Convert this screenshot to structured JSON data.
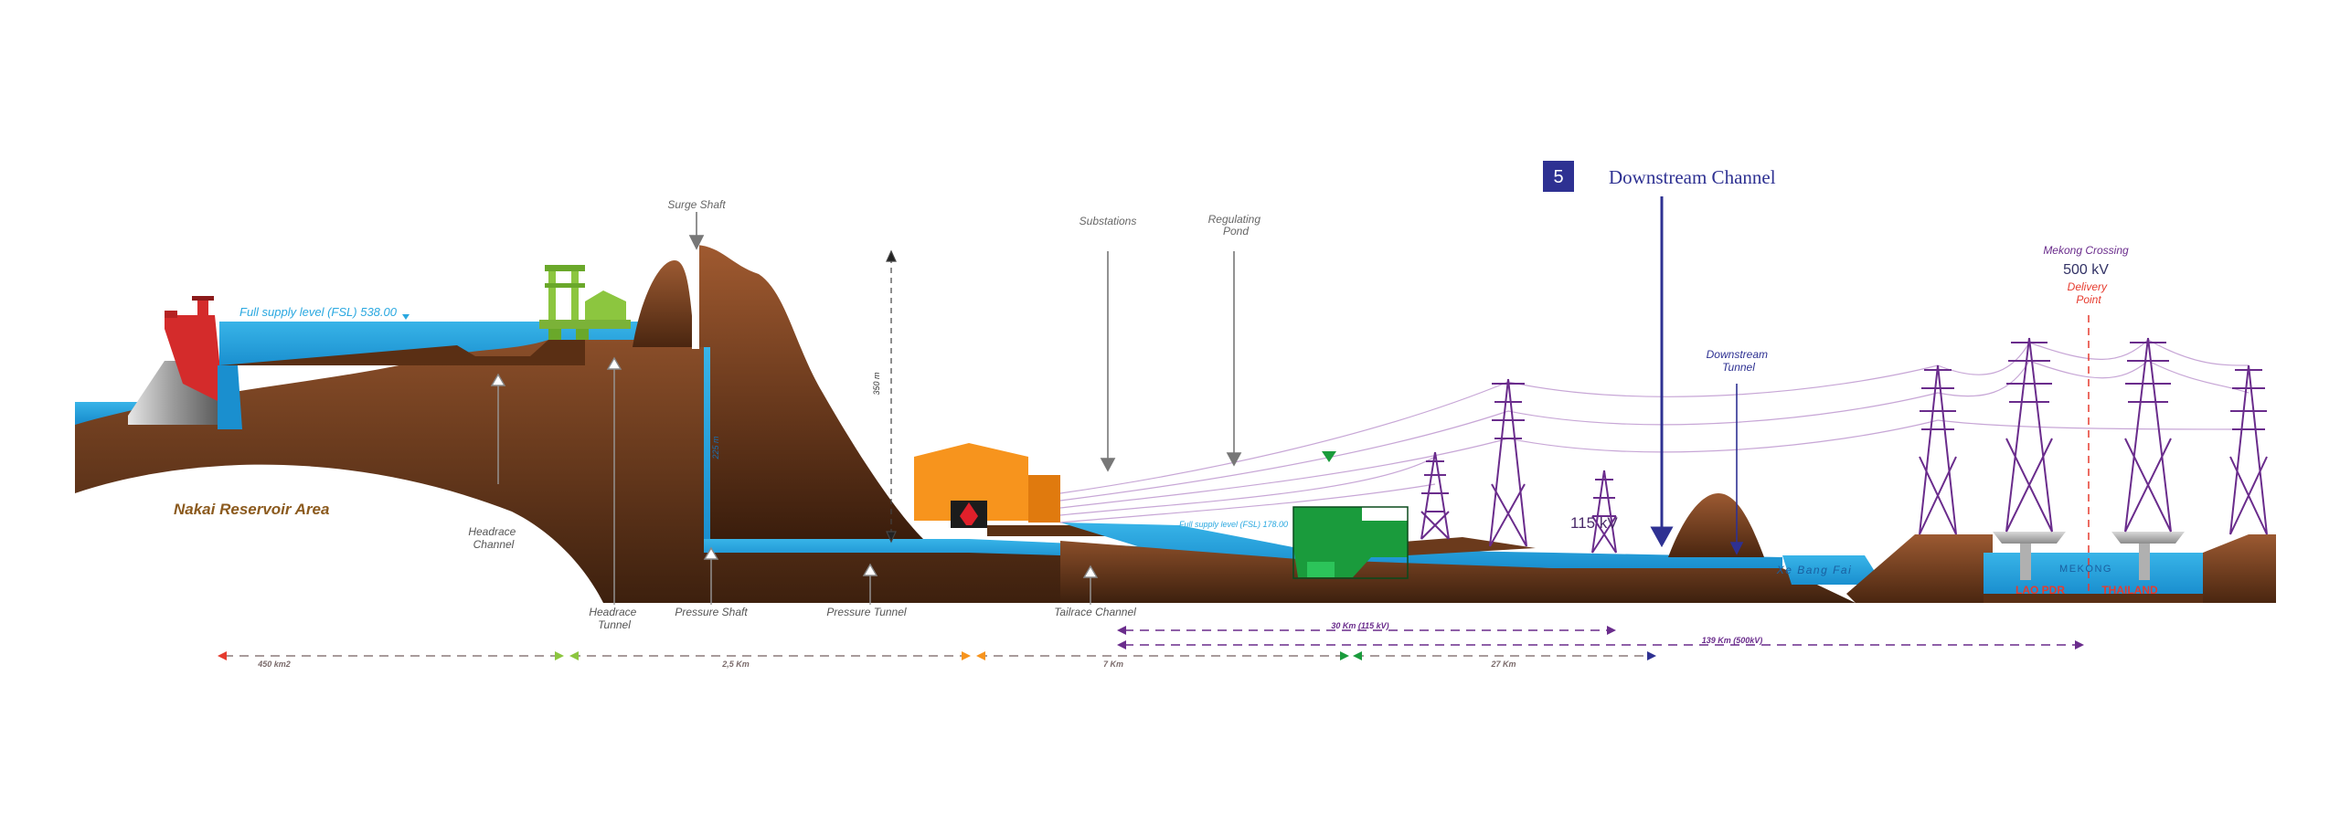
{
  "step_number": "5",
  "title": "Downstream Channel",
  "labels": {
    "surge_shaft": "Surge Shaft",
    "substations": "Substations",
    "regulating_pond": "Regulating Pond",
    "mekong_crossing": "Mekong Crossing",
    "voltage_500": "500 kV",
    "delivery_point": "Delivery Point",
    "downstream_tunnel": "Downstream Tunnel",
    "fsl_reservoir": "Full supply level (FSL) 538.00",
    "fsl_pond": "Full supply level (FSL) 178.00",
    "height_350": "350 m",
    "height_225": "225 m",
    "nakai_reservoir": "Nakai Reservoir Area",
    "headrace_channel": "Headrace Channel",
    "headrace_tunnel": "Headrace Tunnel",
    "pressure_shaft": "Pressure Shaft",
    "pressure_tunnel": "Pressure Tunnel",
    "tailrace_channel": "Tailrace Channel",
    "voltage_115": "115 kV",
    "xe_bang_fai": "Xe Bang Fai",
    "mekong": "MEKONG",
    "lao_pdr": "LAO PDR",
    "thailand": "THAILAND"
  },
  "distances": {
    "d_30km": "30 Km (115 kV)",
    "d_139km": "139 Km (500kV)",
    "d_450km2": "450 km2",
    "d_25km": "2,5 Km",
    "d_7km": "7 Km",
    "d_27km": "27 Km"
  },
  "colors": {
    "water": "#2aa8e0",
    "ground": "#6b3a1c",
    "navy": "#2e3192",
    "purple": "#6a2c8c",
    "red_label": "#e63b2e",
    "orange_building": "#f7941d",
    "green_structure": "#1a9b3c",
    "reservoir_label": "#8b5a1e"
  }
}
